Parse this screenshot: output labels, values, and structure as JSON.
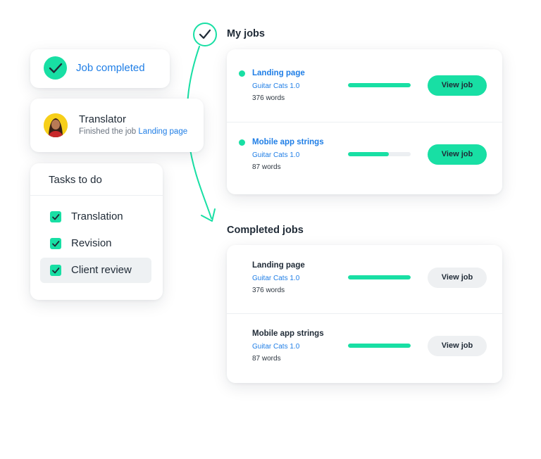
{
  "notifications": {
    "job_completed": {
      "label": "Job completed"
    },
    "translator": {
      "name": "Translator",
      "message": "Finished the job",
      "job_link": "Landing page"
    }
  },
  "tasks": {
    "title": "Tasks to do",
    "items": [
      {
        "label": "Translation",
        "checked": true
      },
      {
        "label": "Revision",
        "checked": true
      },
      {
        "label": "Client review",
        "checked": true,
        "highlighted": true
      }
    ]
  },
  "my_jobs": {
    "title": "My jobs",
    "jobs": [
      {
        "name": "Landing page",
        "project": "Guitar Cats 1.0",
        "words": "376 words",
        "progress": 1.0,
        "button": "View job"
      },
      {
        "name": "Mobile app strings",
        "project": "Guitar Cats 1.0",
        "words": "87 words",
        "progress": 0.65,
        "button": "View job"
      }
    ]
  },
  "completed_jobs": {
    "title": "Completed jobs",
    "jobs": [
      {
        "name": "Landing page",
        "project": "Guitar Cats 1.0",
        "words": "376 words",
        "progress": 1.0,
        "button": "View job"
      },
      {
        "name": "Mobile app strings",
        "project": "Guitar Cats 1.0",
        "words": "87 words",
        "progress": 1.0,
        "button": "View job"
      }
    ]
  },
  "colors": {
    "accent": "#18dfa4",
    "link": "#1f7ee6",
    "text": "#1f2a36"
  },
  "icons": {
    "check": "check-icon",
    "avatar": "translator-avatar",
    "checkbox": "checkbox-checked-icon"
  }
}
